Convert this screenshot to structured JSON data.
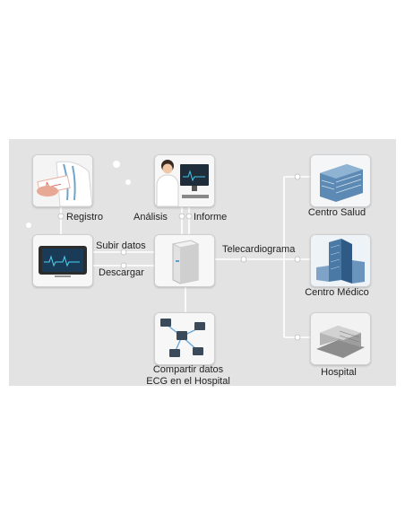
{
  "nodes": {
    "registro": "Registro",
    "analisis": "Análisis",
    "informe": "Informe",
    "subir_datos": "Subir datos",
    "descargar": "Descargar",
    "telecardiograma": "Telecardiograma",
    "centro_salud": "Centro Salud",
    "centro_medico": "Centro Médico",
    "hospital": "Hospital",
    "compartir_line1": "Compartir datos",
    "compartir_line2": "ECG en el Hospital"
  },
  "icons": {
    "registro": "doctor-ecg-icon",
    "analisis": "doctor-computer-icon",
    "device": "ecg-tablet-icon",
    "server": "server-icon",
    "network": "network-icon",
    "centro_salud": "building-icon",
    "centro_medico": "tower-building-icon",
    "hospital": "hospital-building-icon"
  }
}
